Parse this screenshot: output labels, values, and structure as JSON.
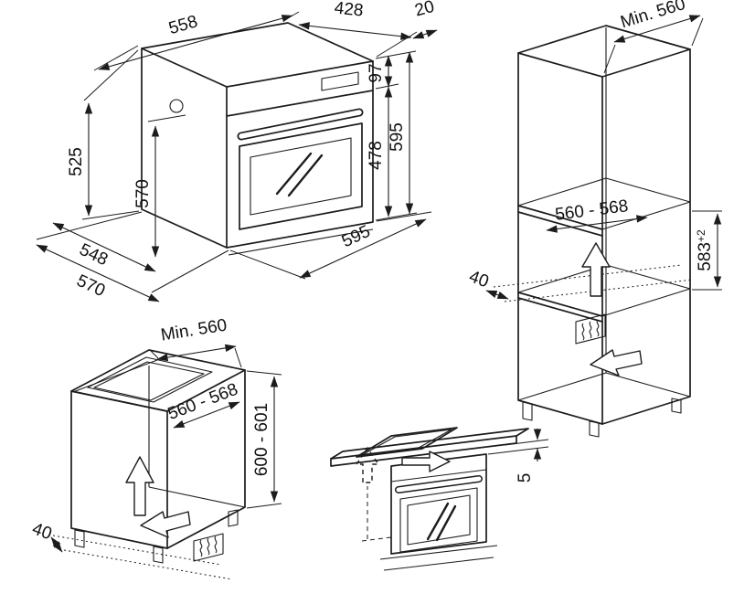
{
  "colors": {
    "background": "#ffffff",
    "line": "#1c1c1c"
  },
  "oven_isometric": {
    "dims": {
      "top_width": "558",
      "top_depth": "428",
      "rear_offset": "20",
      "panel_height": "97",
      "front_height": "595",
      "door_height": "478",
      "side_inner_height": "570",
      "side_height": "525",
      "depth_inner": "548",
      "depth_total": "570",
      "front_width": "595"
    }
  },
  "tall_cabinet": {
    "dims": {
      "min_depth": "Min. 560",
      "niche_width": "560 - 568",
      "niche_height": "583",
      "niche_height_tolerance": "+2",
      "vent_gap": "40"
    }
  },
  "base_cabinet": {
    "dims": {
      "min_depth": "Min. 560",
      "niche_width": "560 - 568",
      "niche_height": "600 - 601",
      "vent_gap": "40"
    }
  },
  "worktop_detail": {
    "dims": {
      "hob_clearance": "5"
    }
  }
}
